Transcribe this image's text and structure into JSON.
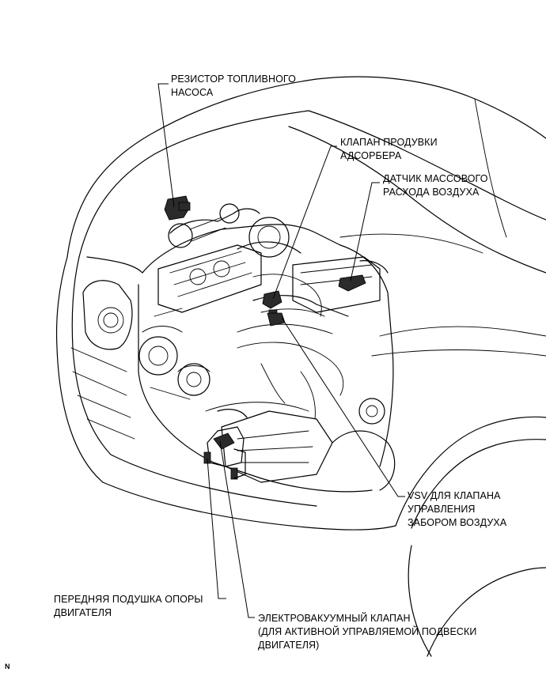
{
  "labels": {
    "fuel_pump_resistor": [
      "РЕЗИСТОР ТОПЛИВНОГО",
      "НАСОСА"
    ],
    "purge_valve": [
      "КЛАПАН ПРОДУВКИ",
      "АДСОРБЕРА"
    ],
    "maf_sensor": [
      "ДАТЧИК МАССОВОГО",
      "РАСХОДА ВОЗДУХА"
    ],
    "intake_vsv": [
      "VSV ДЛЯ КЛАПАНА",
      "УПРАВЛЕНИЯ",
      "ЗАБОРОМ ВОЗДУХА"
    ],
    "engine_mount": [
      "ПЕРЕДНЯЯ ПОДУШКА ОПОРЫ",
      "ДВИГАТЕЛЯ"
    ],
    "vacuum_valve": [
      "ЭЛЕКТРОВАКУУМНЫЙ КЛАПАН",
      "(ДЛЯ АКТИВНОЙ УПРАВЛЯЕМОЙ ПОДВЕСКИ",
      "ДВИГАТЕЛЯ)"
    ]
  },
  "corner_mark": "N"
}
